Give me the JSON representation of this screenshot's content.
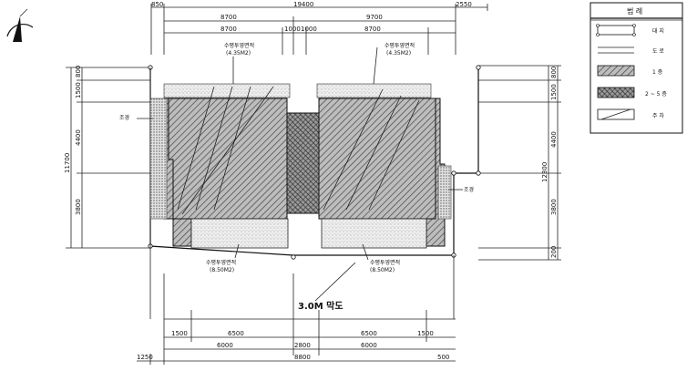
{
  "dims_top": {
    "total": "19400",
    "left_margin": "850",
    "right_margin": "2550",
    "bldg_left": "8700",
    "bldg_right": "9700",
    "inner_left": "8700",
    "gap_a": "1000",
    "gap_b": "1000",
    "inner_right": "8700"
  },
  "dims_left": {
    "total": "11700",
    "top": "800",
    "a": "1500",
    "b": "4400",
    "c": "3800"
  },
  "dims_right": {
    "total": "12300",
    "top": "800",
    "a": "1500",
    "b": "4400",
    "c": "3800",
    "bottom": "200"
  },
  "dims_bottom": {
    "row1": [
      "1500",
      "6500",
      "6500",
      "1500"
    ],
    "row2": [
      "6000",
      "2800",
      "6000"
    ],
    "row3_left": "1250",
    "row3_total": "8800",
    "row3_right": "500"
  },
  "labels": {
    "top_left_area": "수평투영면적",
    "top_left_area_val": "(4.35M2)",
    "top_right_area": "수평투영면적",
    "top_right_area_val": "(4.35M2)",
    "bottom_left_area": "수평투영면적",
    "bottom_left_area_val": "(8.50M2)",
    "bottom_right_area": "수평투영면적",
    "bottom_right_area_val": "(8.50M2)",
    "landscape_left": "조경",
    "landscape_right": "조경",
    "road": "3.0M 막도"
  },
  "legend": {
    "title": "범 례",
    "items": [
      "대 지",
      "도 로",
      "1 층",
      "2 ~ 5 층",
      "주 차"
    ]
  }
}
